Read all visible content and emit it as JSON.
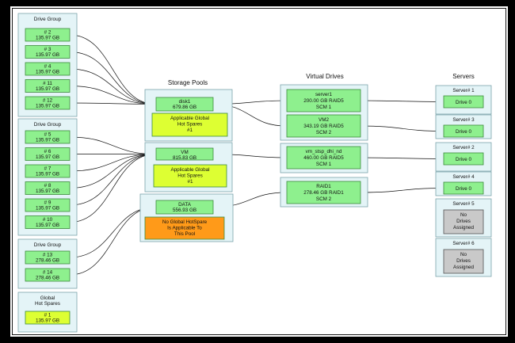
{
  "colors": {
    "group_fill": "#e4f4f7",
    "group_border": "#7aa3ab",
    "drive_fill": "#8ef08e",
    "drive_border": "#3c8a3c",
    "hotspare_fill": "#ddff33",
    "no_hotspare_fill": "#ff9a19",
    "empty_server_fill": "#c9c9c9",
    "arrow": "#111111"
  },
  "headers": {
    "storage_pools": "Storage Pools",
    "virtual_drives": "Virtual Drives",
    "servers": "Servers"
  },
  "drive_groups": [
    {
      "title": "Drive Group",
      "drives": [
        {
          "id": "# 2",
          "size": "135.97 GB"
        },
        {
          "id": "# 3",
          "size": "135.97 GB"
        },
        {
          "id": "# 4",
          "size": "135.97 GB"
        },
        {
          "id": "# 11",
          "size": "135.97 GB"
        },
        {
          "id": "# 12",
          "size": "135.97 GB"
        }
      ]
    },
    {
      "title": "Drive Group",
      "drives": [
        {
          "id": "# 5",
          "size": "135.97 GB"
        },
        {
          "id": "# 6",
          "size": "135.97 GB"
        },
        {
          "id": "# 7",
          "size": "135.97 GB"
        },
        {
          "id": "# 8",
          "size": "135.97 GB"
        },
        {
          "id": "# 9",
          "size": "135.97 GB"
        },
        {
          "id": "# 10",
          "size": "135.97 GB"
        }
      ]
    },
    {
      "title": "Drive Group",
      "drives": [
        {
          "id": "# 13",
          "size": "278.46 GB"
        },
        {
          "id": "# 14",
          "size": "278.46 GB"
        }
      ]
    }
  ],
  "global_hot_spares": {
    "title": [
      "Global",
      "Hot Spares"
    ],
    "drive": {
      "id": "# 1",
      "size": "135.97 GB"
    }
  },
  "pools": [
    {
      "name": "disk1",
      "size": "679.86 GB",
      "note": [
        "Applicable Global",
        "Hot Spares",
        "#1"
      ],
      "note_type": "hotspare"
    },
    {
      "name": "VM",
      "size": "815.83 GB",
      "note": [
        "Applicable Global",
        "Hot Spares",
        "#1"
      ],
      "note_type": "hotspare"
    },
    {
      "name": "DATA",
      "size": "556.93 GB",
      "note": [
        "No Global HotSpare",
        "Is Applicable To",
        "This Pool"
      ],
      "note_type": "none"
    }
  ],
  "virtual_drive_groups": [
    {
      "drives": [
        {
          "name": "server1",
          "detail": "200.00 GB RAID5",
          "scm": "SCM 1"
        },
        {
          "name": "VM2",
          "detail": "343.19 GB RAID5",
          "scm": "SCM 2"
        }
      ]
    },
    {
      "drives": [
        {
          "name": "vm_stsp_dhi_nd",
          "detail": "460.00 GB RAID5",
          "scm": "SCM 1"
        }
      ]
    },
    {
      "drives": [
        {
          "name": "RAID1",
          "detail": "278.46 GB RAID1",
          "scm": "SCM 2"
        }
      ]
    }
  ],
  "servers": [
    {
      "name": "Server# 1",
      "drive": [
        "Drive 0"
      ],
      "assigned": true
    },
    {
      "name": "Server# 3",
      "drive": [
        "Drive 0"
      ],
      "assigned": true
    },
    {
      "name": "Server# 2",
      "drive": [
        "Drive 0"
      ],
      "assigned": true
    },
    {
      "name": "Server# 4",
      "drive": [
        "Drive 0"
      ],
      "assigned": true
    },
    {
      "name": "Server# 5",
      "drive": [
        "No",
        "Drives",
        "Assigned"
      ],
      "assigned": false
    },
    {
      "name": "Server# 6",
      "drive": [
        "No",
        "Drives",
        "Assigned"
      ],
      "assigned": false
    }
  ]
}
